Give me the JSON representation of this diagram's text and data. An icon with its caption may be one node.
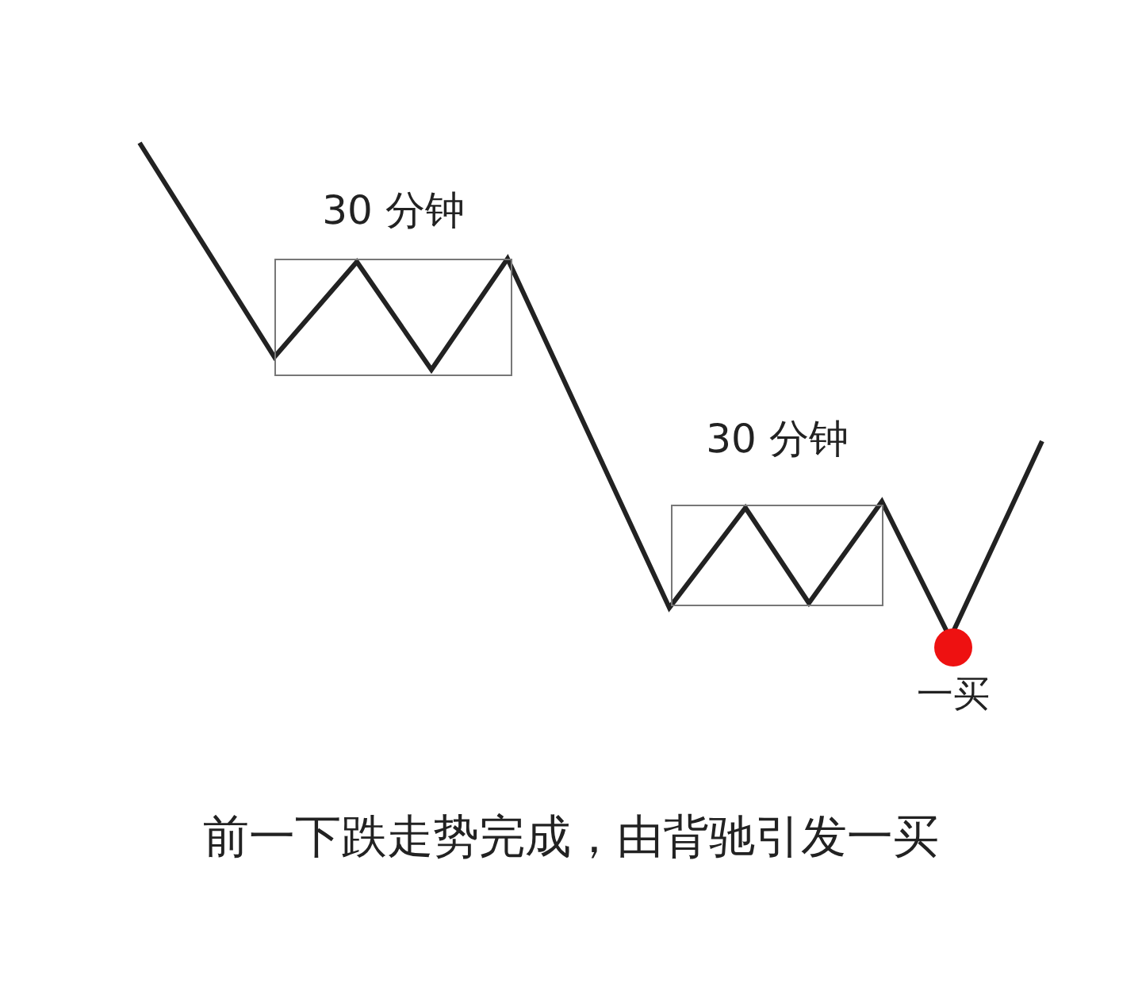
{
  "diagram": {
    "caption": "前一下跌走势完成，由背驰引发一买",
    "nodes": [
      {
        "text": [
          "30 分钟"
        ]
      },
      {
        "text": [
          "30 分钟"
        ]
      },
      {
        "text": [],
        "shape": "circle",
        "beside": [
          "一买"
        ]
      }
    ]
  }
}
